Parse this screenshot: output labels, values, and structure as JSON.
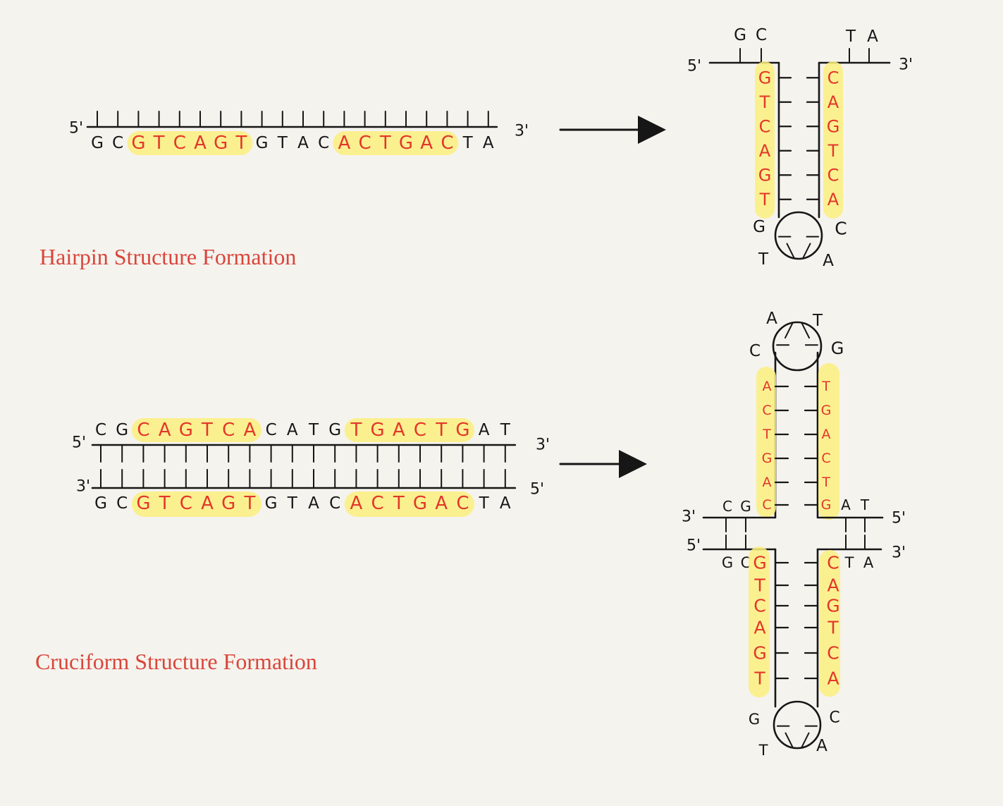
{
  "colors": {
    "background": "#f5f3ee",
    "ink": "#161616",
    "palindrome_text": "#e3362b",
    "highlight": "#fbef7e",
    "caption": "#d9453a"
  },
  "captions": {
    "hairpin": "Hairpin Structure Formation",
    "cruciform": "Cruciform Structure Formation"
  },
  "end_labels": {
    "five_prime": "5'",
    "three_prime": "3'"
  },
  "hairpin": {
    "linear": {
      "bases": [
        "G",
        "C",
        "G",
        "T",
        "C",
        "A",
        "G",
        "T",
        "G",
        "T",
        "A",
        "C",
        "A",
        "C",
        "T",
        "G",
        "A",
        "C",
        "T",
        "A"
      ],
      "palindromes": [
        [
          2,
          7
        ],
        [
          12,
          17
        ]
      ]
    },
    "folded": {
      "left_tail": [
        "G",
        "C"
      ],
      "right_tail": [
        "T",
        "A"
      ],
      "left_stem": [
        "G",
        "T",
        "C",
        "A",
        "G",
        "T"
      ],
      "right_stem": [
        "C",
        "A",
        "G",
        "T",
        "C",
        "A"
      ],
      "loop": [
        "G",
        "T",
        "A",
        "C"
      ]
    }
  },
  "cruciform": {
    "linear": {
      "top_bases": [
        "C",
        "G",
        "C",
        "A",
        "G",
        "T",
        "C",
        "A",
        "C",
        "A",
        "T",
        "G",
        "T",
        "G",
        "A",
        "C",
        "T",
        "G",
        "A",
        "T"
      ],
      "top_palindromes": [
        [
          2,
          7
        ],
        [
          12,
          17
        ]
      ],
      "bottom_bases": [
        "G",
        "C",
        "G",
        "T",
        "C",
        "A",
        "G",
        "T",
        "G",
        "T",
        "A",
        "C",
        "A",
        "C",
        "T",
        "G",
        "A",
        "C",
        "T",
        "A"
      ],
      "bottom_palindromes": [
        [
          2,
          7
        ],
        [
          12,
          17
        ]
      ]
    },
    "upper_arm": {
      "loop": [
        "C",
        "A",
        "T",
        "G"
      ],
      "left_stem": [
        "A",
        "C",
        "T",
        "G",
        "A",
        "C"
      ],
      "right_stem": [
        "T",
        "G",
        "A",
        "C",
        "T",
        "G"
      ],
      "left_tail": [
        "C",
        "G"
      ],
      "right_tail": [
        "A",
        "T"
      ]
    },
    "lower_arm": {
      "left_tail": [
        "G",
        "C"
      ],
      "right_tail": [
        "T",
        "A"
      ],
      "left_stem": [
        "G",
        "T",
        "C",
        "A",
        "G",
        "T"
      ],
      "right_stem": [
        "C",
        "A",
        "G",
        "T",
        "C",
        "A"
      ],
      "loop": [
        "G",
        "T",
        "A",
        "C"
      ]
    }
  }
}
